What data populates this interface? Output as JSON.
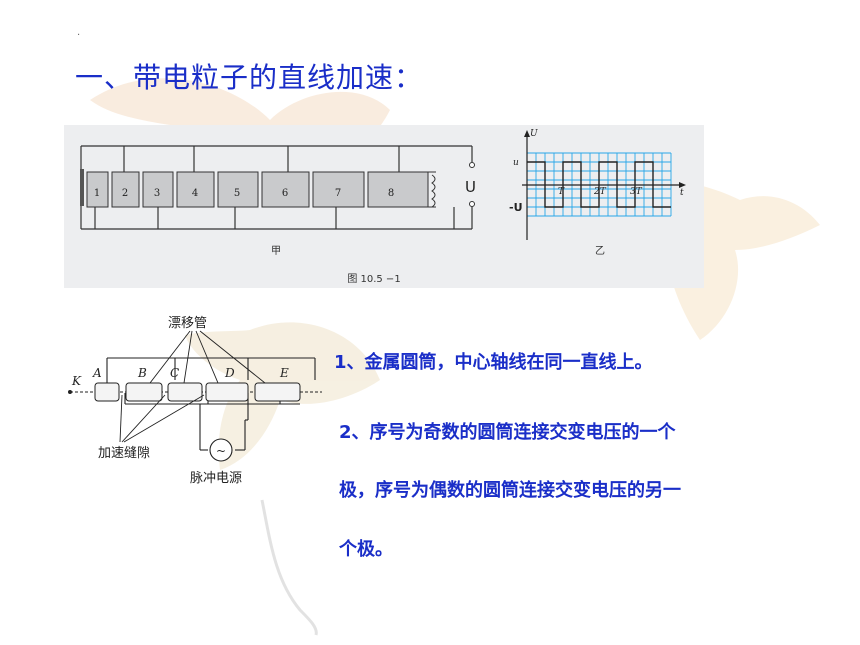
{
  "title": "一、带电粒子的直线加速：",
  "figure_top": {
    "tube_numbers": [
      "1",
      "2",
      "3",
      "4",
      "5",
      "6",
      "7",
      "8"
    ],
    "voltage_label": "U",
    "left_caption": "甲",
    "right_caption": "乙",
    "figure_caption": "图 10.5 −1",
    "graph": {
      "y_axis": "U",
      "x_axis": "t",
      "upper_level": "u",
      "lower_level": "-U",
      "ticks": [
        "T",
        "2T",
        "3T"
      ]
    }
  },
  "figure_bottom": {
    "label_drift_tubes": "漂移管",
    "label_gaps": "加速缝隙",
    "label_power": "脉冲电源",
    "label_K": "K",
    "tube_letters": [
      "A",
      "B",
      "C",
      "D",
      "E"
    ],
    "ac_symbol": "~"
  },
  "points": {
    "p1": "1、金属圆筒，中心轴线在同一直线上。",
    "p2_line1": "2、序号为奇数的圆筒连接交变电压的一个",
    "p2_line2": "极，序号为偶数的圆筒连接交变电压的另一",
    "p2_line3": "个极。"
  },
  "colors": {
    "title": "#1a2ec8",
    "text": "#1a2ec8",
    "grid": "#29a6e8",
    "figure_bg": "#edeef0"
  }
}
